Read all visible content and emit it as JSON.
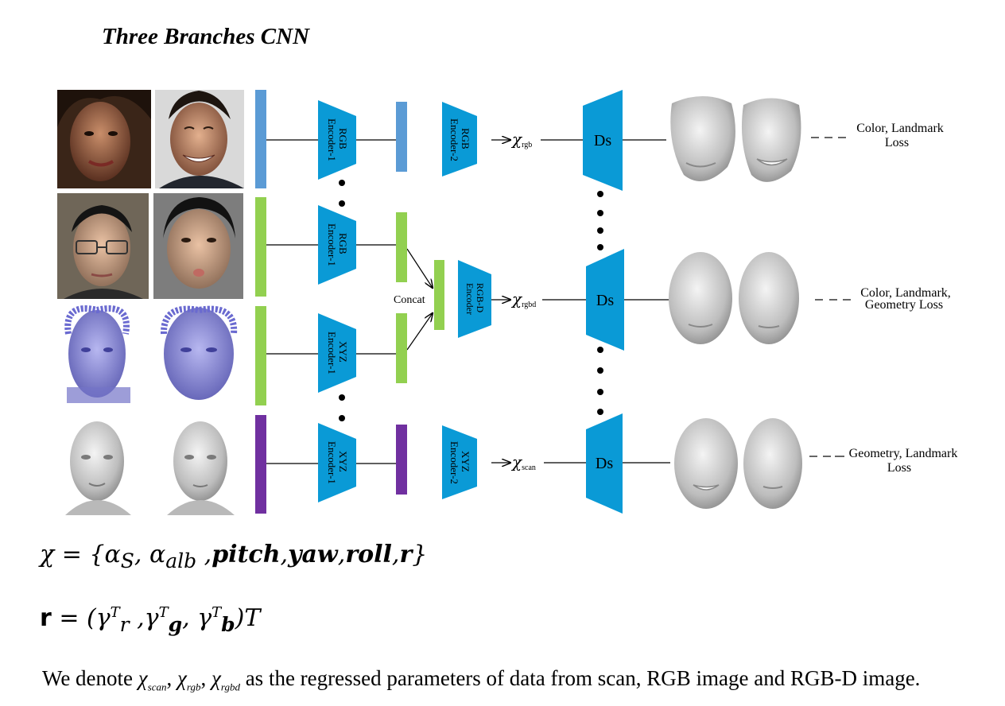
{
  "title": "Three Branches CNN",
  "encoders": {
    "rgb1": "RGB Encoder-1",
    "rgb2": "RGB Encoder-2",
    "rgbd": "RGB-D Encoder",
    "xyz1": "XYZ Encoder-1",
    "xyz2": "XYZ Encoder-2"
  },
  "concat_label": "Concat",
  "decoder_label": "Ds",
  "chi": {
    "symbol": "χ",
    "rgb_sub": "rgb",
    "rgbd_sub": "rgbd",
    "scan_sub": "scan"
  },
  "losses": {
    "top_l1": "Color, Landmark",
    "top_l2": "Loss",
    "mid_l1": "Color, Landmark,",
    "mid_l2": "Geometry Loss",
    "bot_l1": "Geometry, Landmark",
    "bot_l2": "Loss"
  },
  "equations": {
    "chi_def": "χ = {α",
    "alpha_s_sub": "S",
    "sep1": ", α",
    "alpha_alb_sub": "alb",
    "pitch": "pitch",
    "yaw": "yaw",
    "roll": "roll",
    "r": "r",
    "r_def_left": "r",
    "r_def_mid": " = (γ",
    "gamma_r_sub": "r",
    "gamma_g_sub": "g",
    "gamma_b_sub": "b",
    "T": "T"
  },
  "description": {
    "prefix": "We denote ",
    "chi": "χ",
    "scan": "scan",
    "rgb": "rgb",
    "rgbd": "rgbd",
    "suffix": " as the regressed parameters of data from scan, RGB image and RGB-D image."
  },
  "colors": {
    "encoder": "#0a9ad6",
    "bar_blue": "#5b9bd5",
    "bar_green": "#92d050",
    "bar_purple": "#7030a0"
  }
}
